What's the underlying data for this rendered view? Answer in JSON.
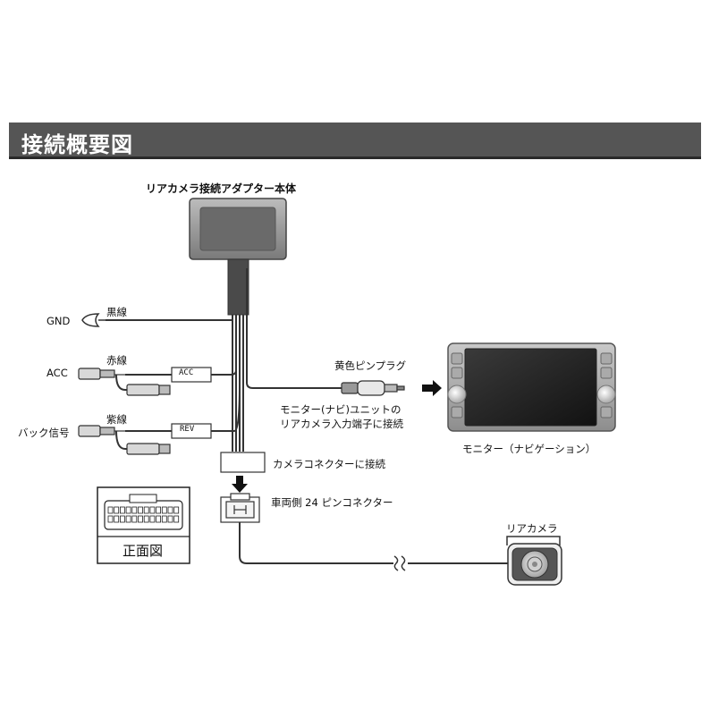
{
  "header": {
    "title": "接続概要図"
  },
  "adapter": {
    "title": "リアカメラ接続アダプター本体"
  },
  "wires": {
    "gnd": {
      "terminal": "GND",
      "color_label": "黒線"
    },
    "acc": {
      "terminal": "ACC",
      "color_label": "赤線",
      "tag": "ACC"
    },
    "rev": {
      "terminal": "バック信号",
      "color_label": "紫線",
      "tag": "REV"
    }
  },
  "rca": {
    "label": "黄色ピンプラグ",
    "note_line1": "モニター(ナビ)ユニットの",
    "note_line2": "リアカメラ入力端子に接続"
  },
  "monitor": {
    "label": "モニター（ナビゲーション）"
  },
  "camera_connector": {
    "label": "カメラコネクターに接続"
  },
  "vehicle_connector": {
    "label": "車両側 24 ピンコネクター"
  },
  "front_view": {
    "label": "正面図"
  },
  "rear_camera": {
    "label": "リアカメラ"
  },
  "colors": {
    "header_bg": "#555555",
    "wire": "#333333"
  }
}
